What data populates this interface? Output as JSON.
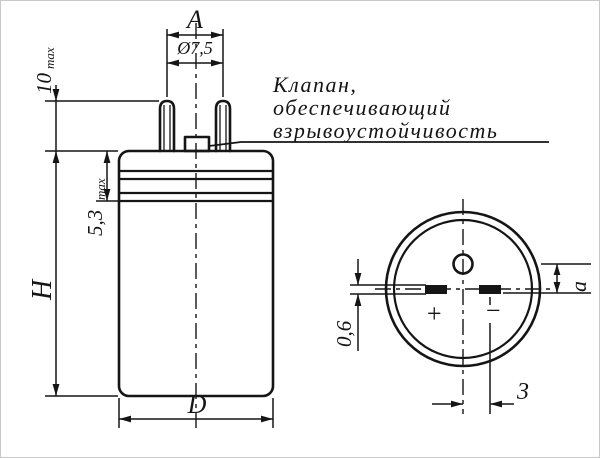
{
  "drawing": {
    "side_view": {
      "dim_pin_span_label": "A",
      "dim_pin_diameter": "Ø7,5",
      "dim_pin_length": "10",
      "dim_pin_length_suffix": "max",
      "dim_crimp_height": "5,3",
      "dim_crimp_height_suffix": "max",
      "dim_body_height": "H",
      "dim_body_diameter": "D",
      "valve_note_line1": "Клапан,",
      "valve_note_line2": "обеспечивающий",
      "valve_note_line3": "взрывоустойчивость"
    },
    "bottom_view": {
      "plus_mark": "+",
      "minus_mark": "−",
      "dim_valve_offset": "a",
      "dim_terminal_thickness": "0,6",
      "dim_terminal_offset": "3"
    },
    "colors": {
      "ink": "#151515",
      "background": "#ffffff"
    }
  }
}
